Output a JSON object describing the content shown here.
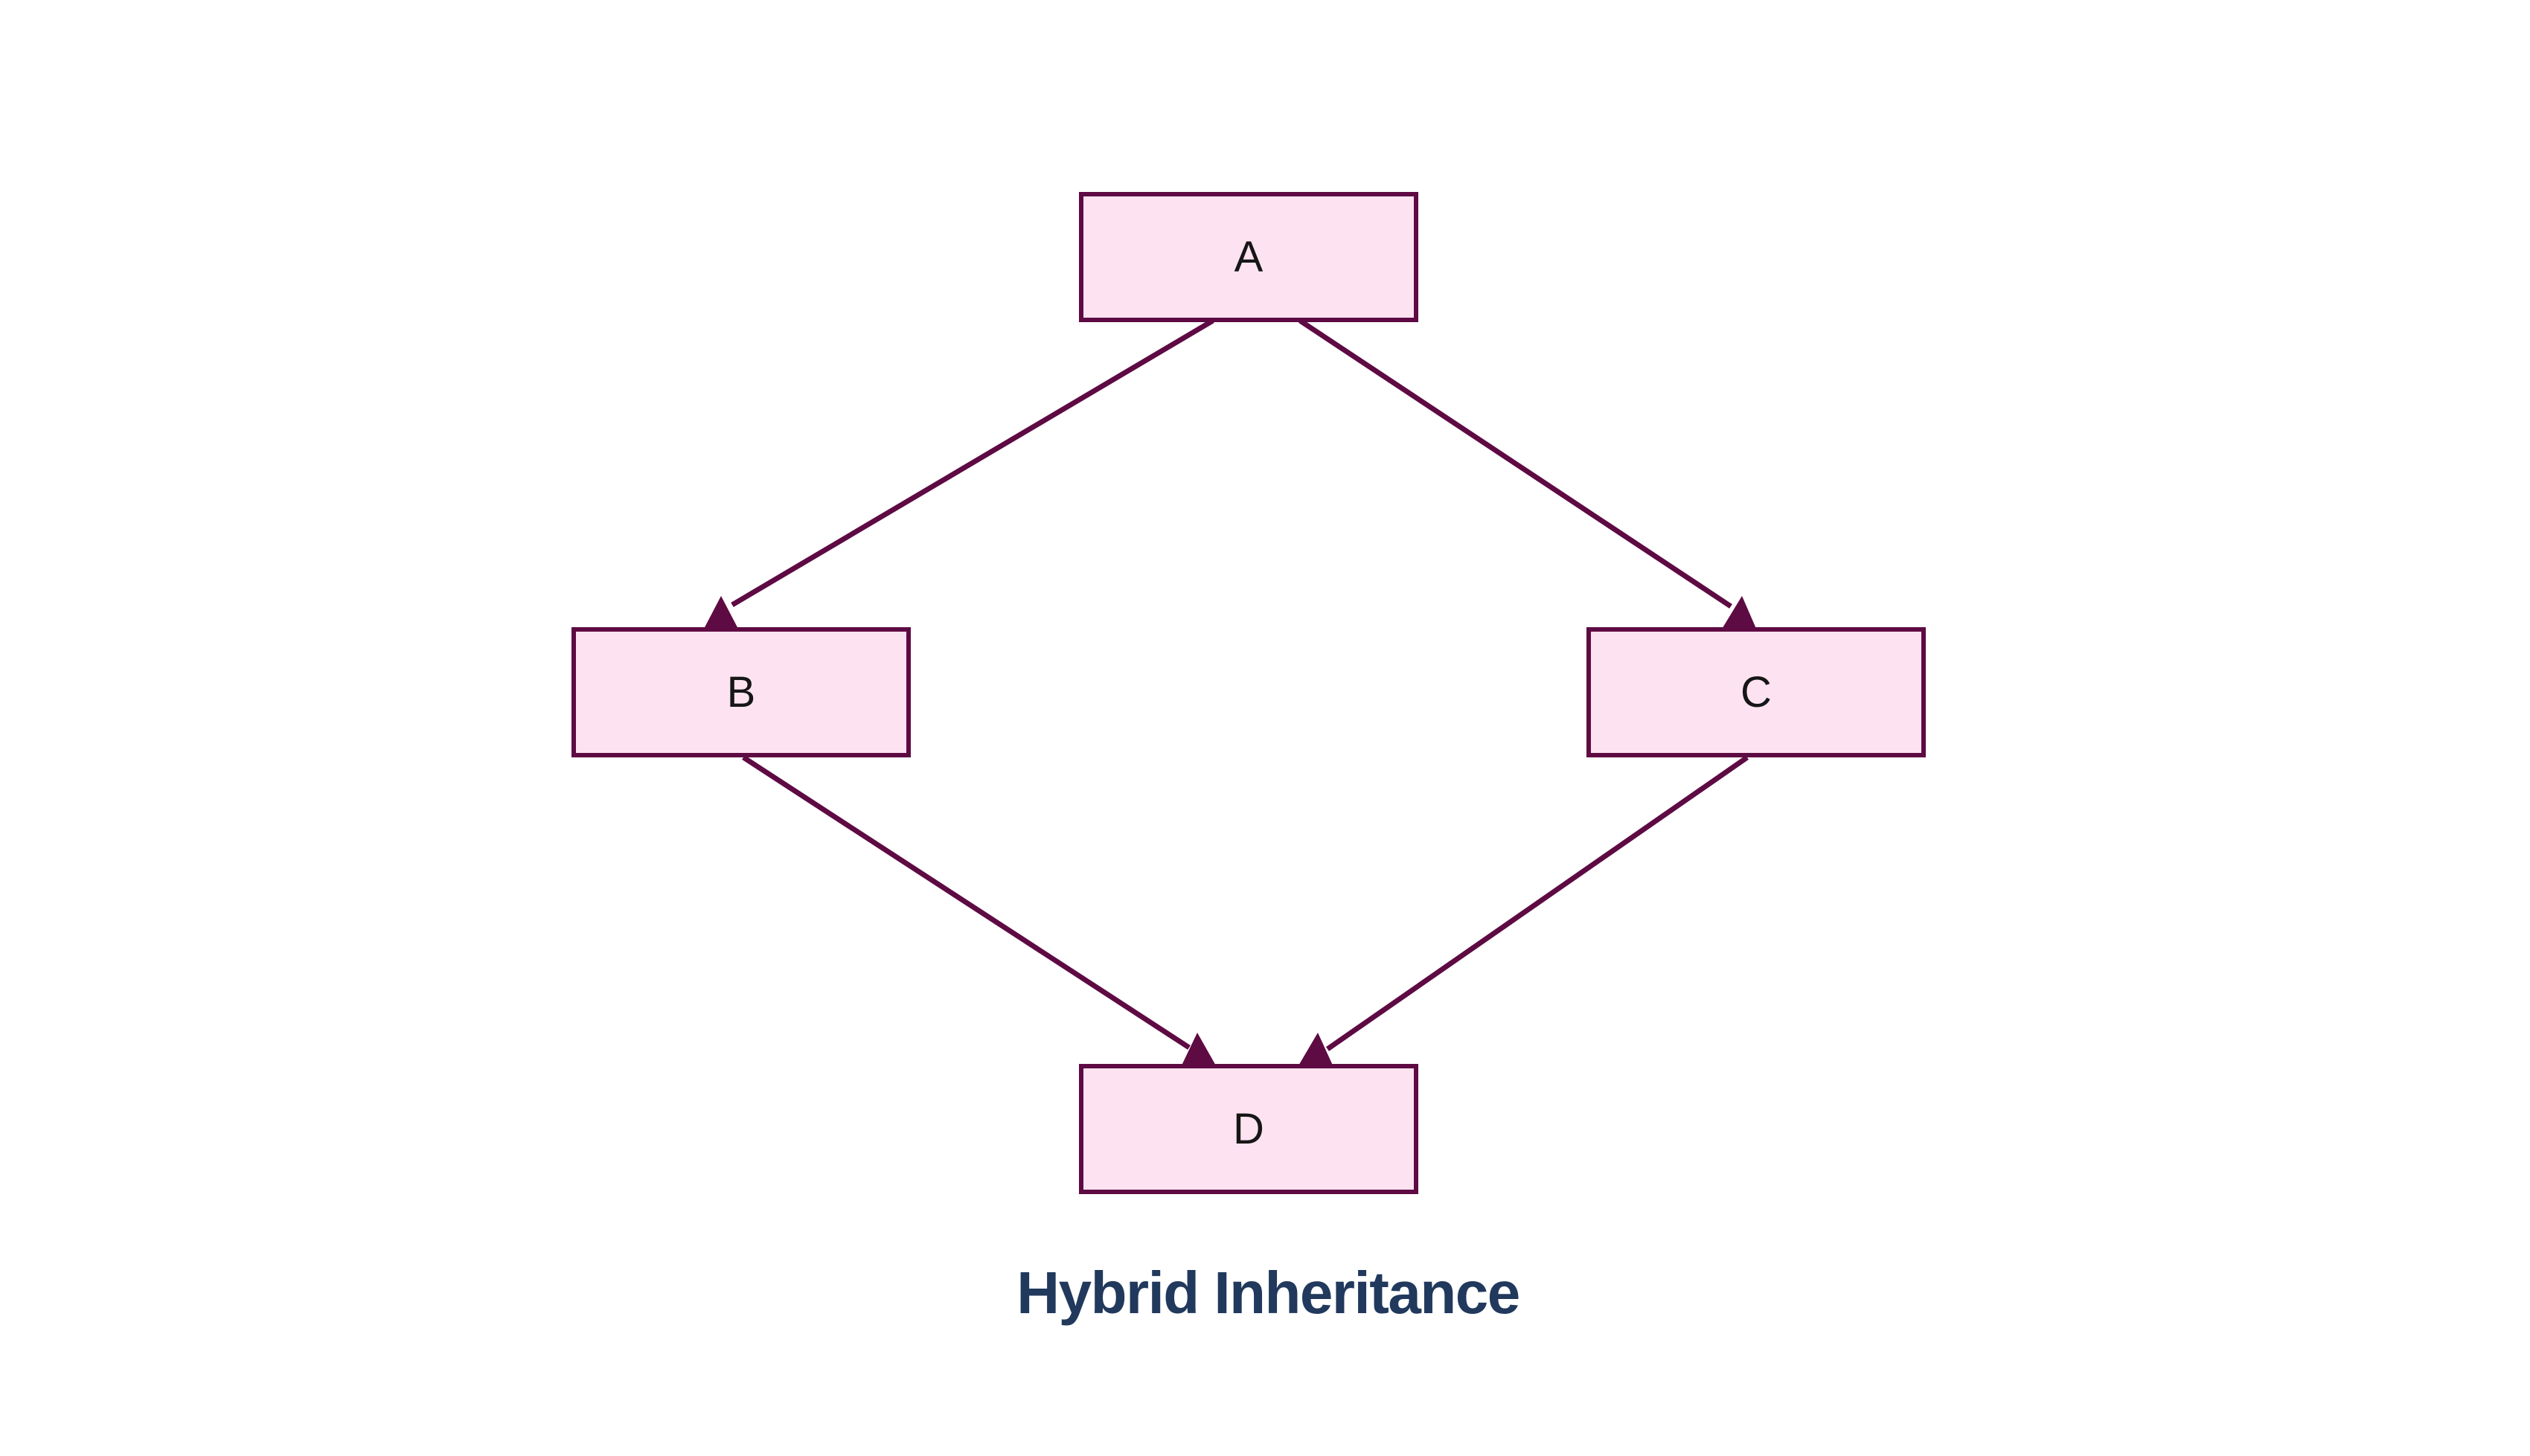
{
  "diagram": {
    "title": "Hybrid Inheritance",
    "nodes": [
      {
        "id": "A",
        "label": "A"
      },
      {
        "id": "B",
        "label": "B"
      },
      {
        "id": "C",
        "label": "C"
      },
      {
        "id": "D",
        "label": "D"
      }
    ],
    "edges": [
      {
        "from": "A",
        "to": "B"
      },
      {
        "from": "A",
        "to": "C"
      },
      {
        "from": "B",
        "to": "D"
      },
      {
        "from": "C",
        "to": "D"
      }
    ]
  },
  "colors": {
    "background": "#ffffff",
    "node-fill": "#fde3f1",
    "node-border": "#5e0a43",
    "node-text": "#161616",
    "edge": "#5e0a43",
    "title-text": "#21395c"
  }
}
